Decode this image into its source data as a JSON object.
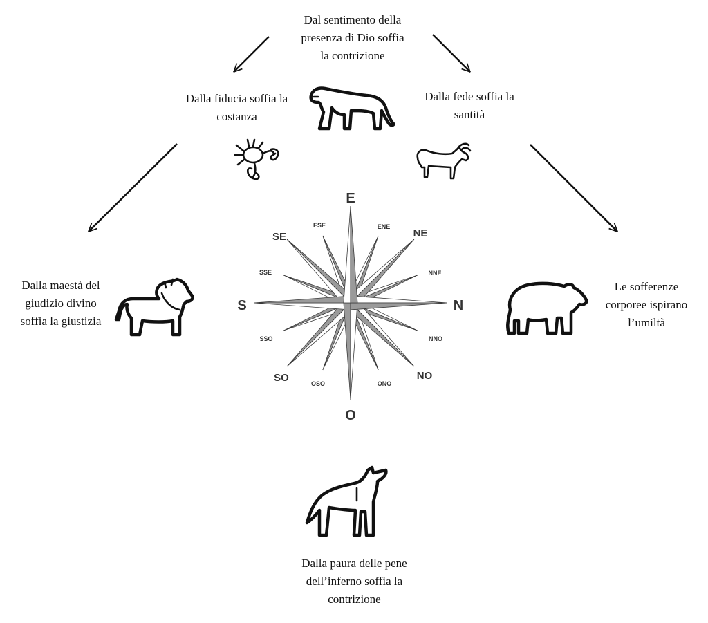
{
  "captions": {
    "top": [
      "Dal sentimento della",
      "presenza di Dio soffia",
      "la contrizione"
    ],
    "upper_left": [
      "Dalla fiducia soffia la",
      "costanza"
    ],
    "upper_right": [
      "Dalla fede soffia la",
      "santità"
    ],
    "left": [
      "Dalla maestà del",
      "giudizio divino",
      "soffia la giustizia"
    ],
    "right": [
      "Le sofferenze",
      "corporee ispirano",
      "l’umiltà"
    ],
    "bottom": [
      "Dalla paura delle pene",
      "dell’inferno soffia la",
      "contrizione"
    ]
  },
  "compass": {
    "cardinal": {
      "top": "E",
      "right": "N",
      "bottom": "O",
      "left": "S"
    },
    "intercardinal": {
      "upper_right": "NE",
      "lower_right": "NO",
      "lower_left": "SO",
      "upper_left": "SE"
    },
    "secondary": {
      "top_right": "ENE",
      "right_top": "NNE",
      "right_bottom": "NNO",
      "bottom_right": "ONO",
      "bottom_left": "OSO",
      "left_bottom": "SSO",
      "left_top": "SSE",
      "top_left": "ESE"
    },
    "colors": {
      "fill": "#9a9a9a",
      "stroke": "#3a3a3a",
      "light": "#ffffff"
    }
  },
  "animals": {
    "upper_center": "panther-icon",
    "upper_left": "crab-icon",
    "upper_right": "goat-icon",
    "left": "lion-icon",
    "right": "bear-icon",
    "bottom": "wolf-icon"
  }
}
